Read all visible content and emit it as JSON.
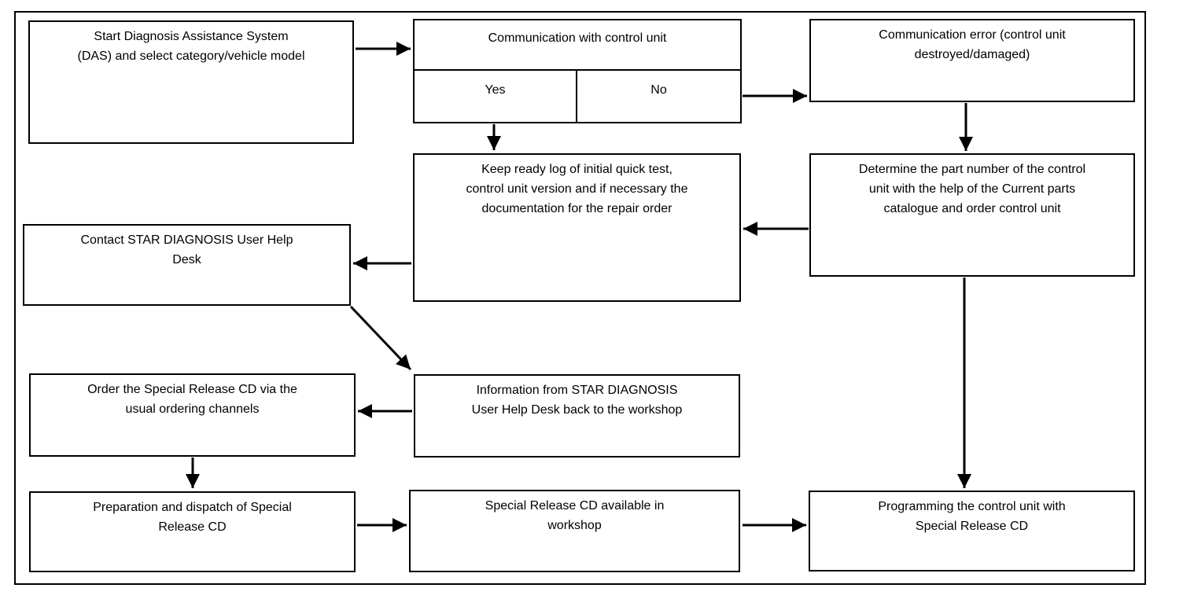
{
  "diagram": {
    "type": "flowchart",
    "colors": {
      "line": "#000000",
      "background": "#ffffff",
      "text": "#000000"
    },
    "nodes": {
      "das": {
        "label": "Start Diagnosis Assistance System\n(DAS) and select category/vehicle model"
      },
      "communication": {
        "label": "Communication with control unit",
        "yes": "Yes",
        "no": "No"
      },
      "comm_error": {
        "label": "Communication error (control unit\ndestroyed/damaged)"
      },
      "keep_ready": {
        "label": "Keep ready log of initial quick test,\ncontrol unit version and if necessary the\ndocumentation for the repair order"
      },
      "determine": {
        "label": "Determine the part number of the control\nunit with the help of the Current parts\ncatalogue and order control unit"
      },
      "contact": {
        "label": "Contact STAR DIAGNOSIS User Help\nDesk"
      },
      "information": {
        "label": "Information from STAR DIAGNOSIS\nUser Help Desk back to the workshop"
      },
      "order_cd": {
        "label": "Order the Special Release CD via the\nusual ordering channels"
      },
      "preparation": {
        "label": "Preparation and dispatch of Special\nRelease CD"
      },
      "cd_available": {
        "label": "Special Release CD available in\nworkshop"
      },
      "programming": {
        "label": "Programming the control unit with\nSpecial Release CD"
      }
    },
    "edges": [
      {
        "from": "das",
        "to": "communication"
      },
      {
        "from": "communication.yes",
        "to": "keep_ready"
      },
      {
        "from": "communication.no",
        "to": "comm_error"
      },
      {
        "from": "comm_error",
        "to": "determine"
      },
      {
        "from": "determine",
        "to": "keep_ready"
      },
      {
        "from": "keep_ready",
        "to": "contact"
      },
      {
        "from": "contact",
        "to": "information"
      },
      {
        "from": "information",
        "to": "order_cd"
      },
      {
        "from": "order_cd",
        "to": "preparation"
      },
      {
        "from": "preparation",
        "to": "cd_available"
      },
      {
        "from": "cd_available",
        "to": "programming"
      },
      {
        "from": "determine",
        "to": "programming"
      }
    ]
  }
}
